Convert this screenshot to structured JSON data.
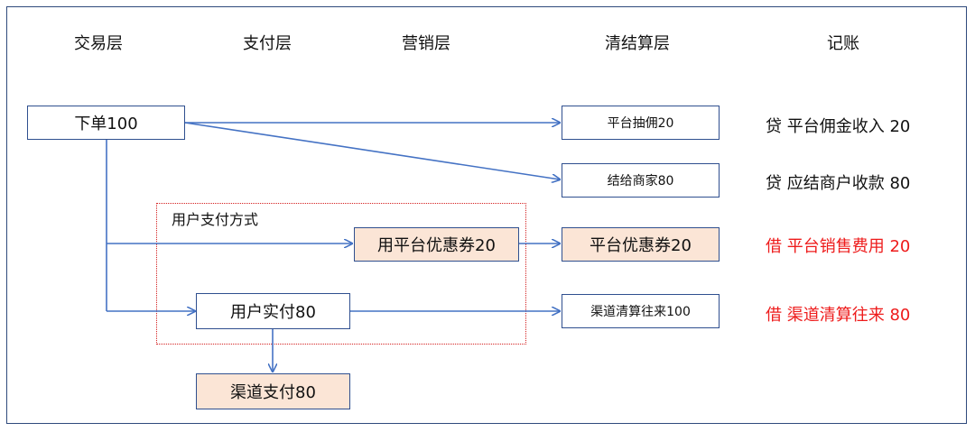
{
  "headers": {
    "trade": "交易层",
    "pay": "支付层",
    "marketing": "营销层",
    "settle": "清结算层",
    "ledger": "记账"
  },
  "nodes": {
    "order": "下单100",
    "commission": "平台抽佣20",
    "merchant": "结给商家80",
    "coupon": "用平台优惠券20",
    "platform_coupon": "平台优惠券20",
    "user_pay": "用户实付80",
    "channel_settle": "渠道清算往来100",
    "channel_pay": "渠道支付80"
  },
  "group_label": "用户支付方式",
  "records": {
    "r1": "贷 平台佣金收入 20",
    "r2": "贷 应结商户收款 80",
    "r3": "借 平台销售费用 20",
    "r4": "借 渠道清算往来 80"
  },
  "colors": {
    "border": "#2f4f8f",
    "arrow": "#4472c4",
    "fill": "#fbe5d6",
    "debit_red": "#ee1b1b",
    "dotted_red": "#d42020"
  }
}
